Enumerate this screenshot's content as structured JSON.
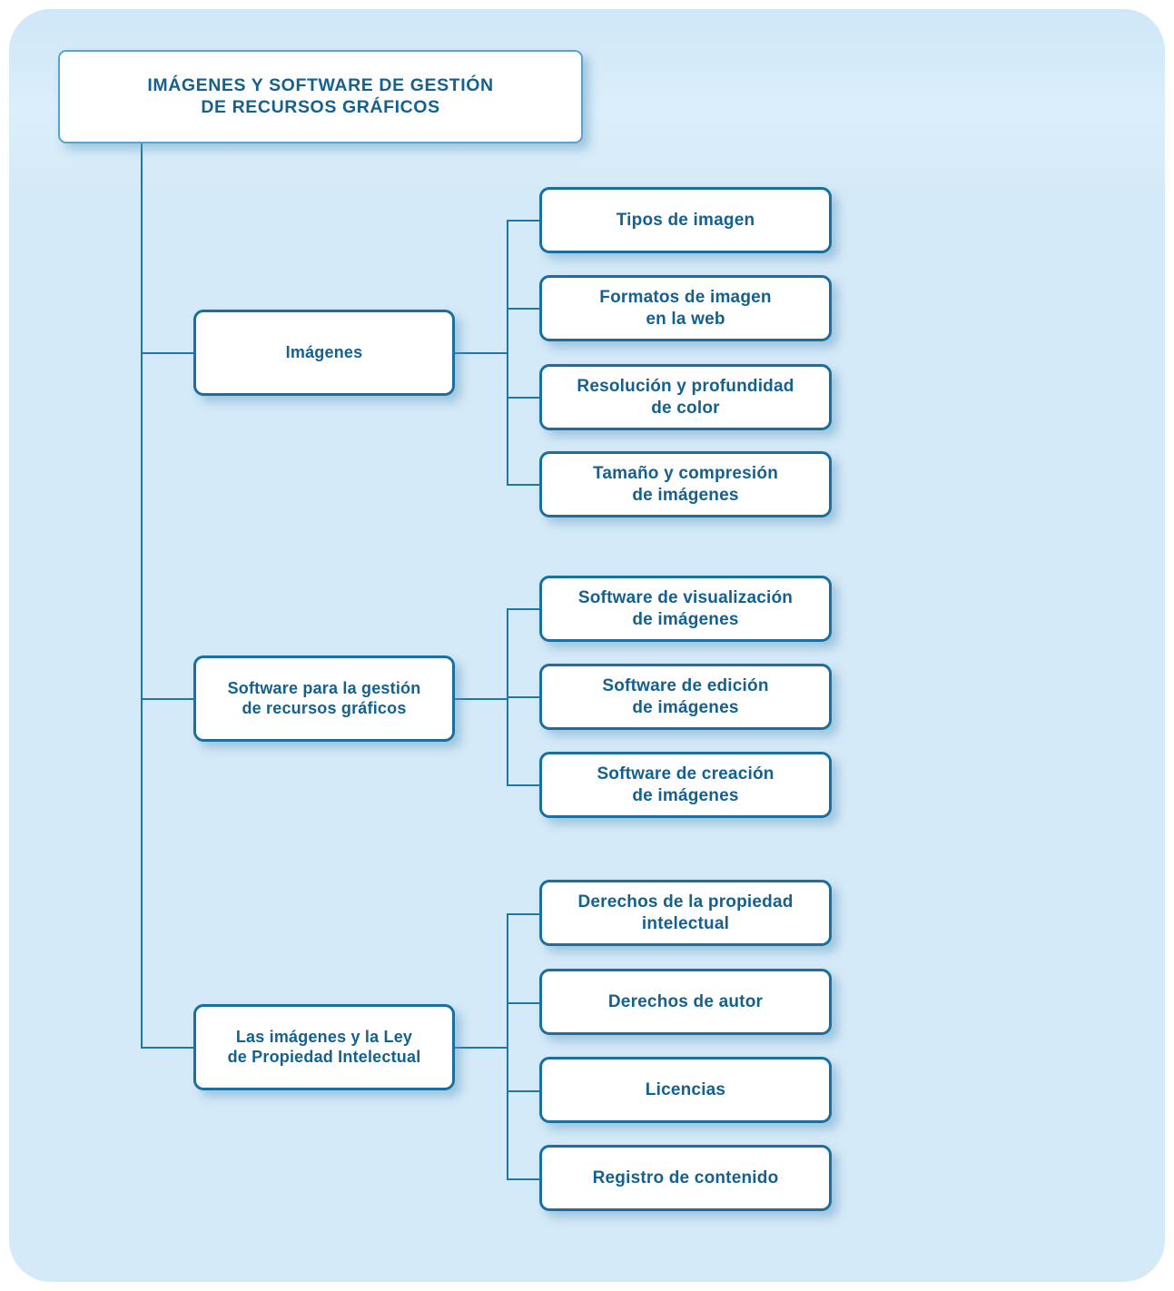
{
  "diagram": {
    "type": "hierarchy-tree",
    "title": "IMÁGENES Y SOFTWARE DE GESTIÓN\nDE RECURSOS GRÁFICOS",
    "colors": {
      "panel_background": "#d5eaf8",
      "node_background": "#ffffff",
      "node_border": "#1a6f9e",
      "text": "#14618f",
      "connector": "#2076a8"
    },
    "branches": [
      {
        "label": "Imágenes",
        "children": [
          "Tipos de imagen",
          "Formatos de imagen\nen la web",
          "Resolución y profundidad\nde color",
          "Tamaño y compresión\nde imágenes"
        ]
      },
      {
        "label": "Software para la gestión\nde recursos gráficos",
        "children": [
          "Software de visualización\nde imágenes",
          "Software de edición\nde imágenes",
          "Software de creación\nde imágenes"
        ]
      },
      {
        "label": "Las imágenes y la Ley\nde Propiedad Intelectual",
        "children": [
          "Derechos de la propiedad\nintelectual",
          "Derechos de autor",
          "Licencias",
          "Registro de contenido"
        ]
      }
    ]
  }
}
